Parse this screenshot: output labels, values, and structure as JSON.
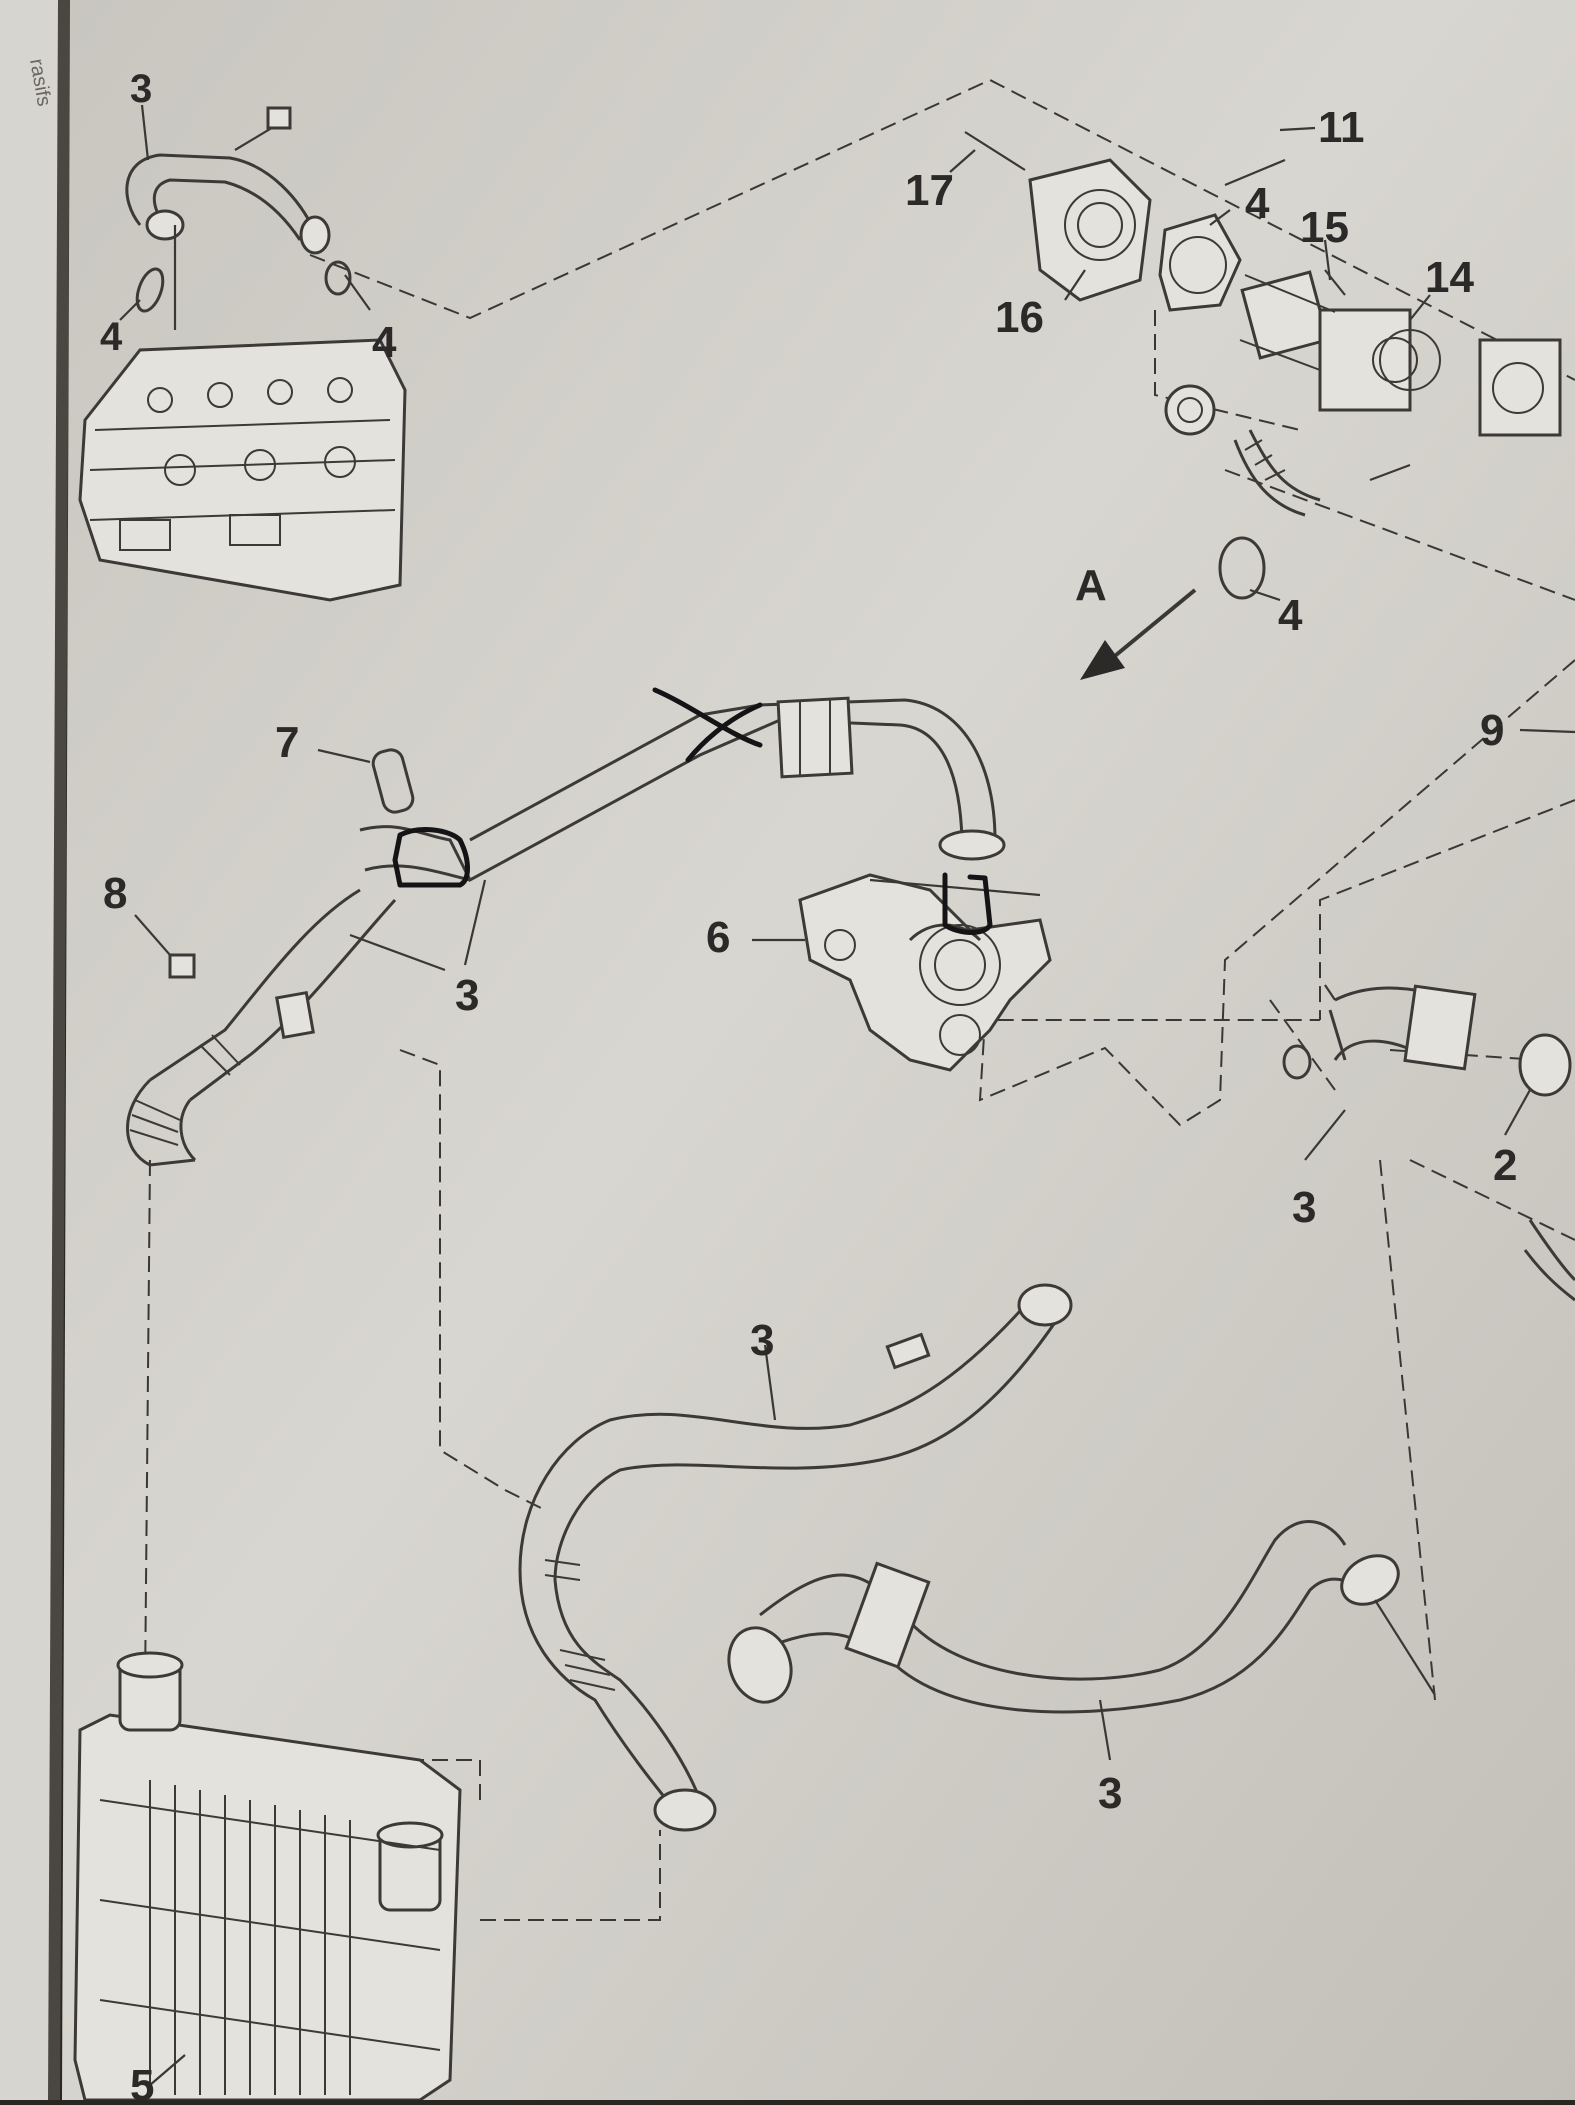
{
  "diagram": {
    "labels": {
      "p3_top_left": "3",
      "p4_left_a": "4",
      "p4_left_b": "4",
      "p17": "17",
      "p11": "11",
      "p4_flange": "4",
      "p15": "15",
      "p14": "14",
      "p16": "16",
      "pA": "A",
      "p4_gasket": "4",
      "p7": "7",
      "p9": "9",
      "p8": "8",
      "p3_hose_upper": "3",
      "p6": "6",
      "p3_right": "3",
      "p2": "2",
      "p3_lower_middle": "3",
      "p3_bottom": "3",
      "p5": "5"
    },
    "edge_text": "rasifs",
    "handwritten_marks": [
      "X",
      "D",
      "U"
    ]
  }
}
